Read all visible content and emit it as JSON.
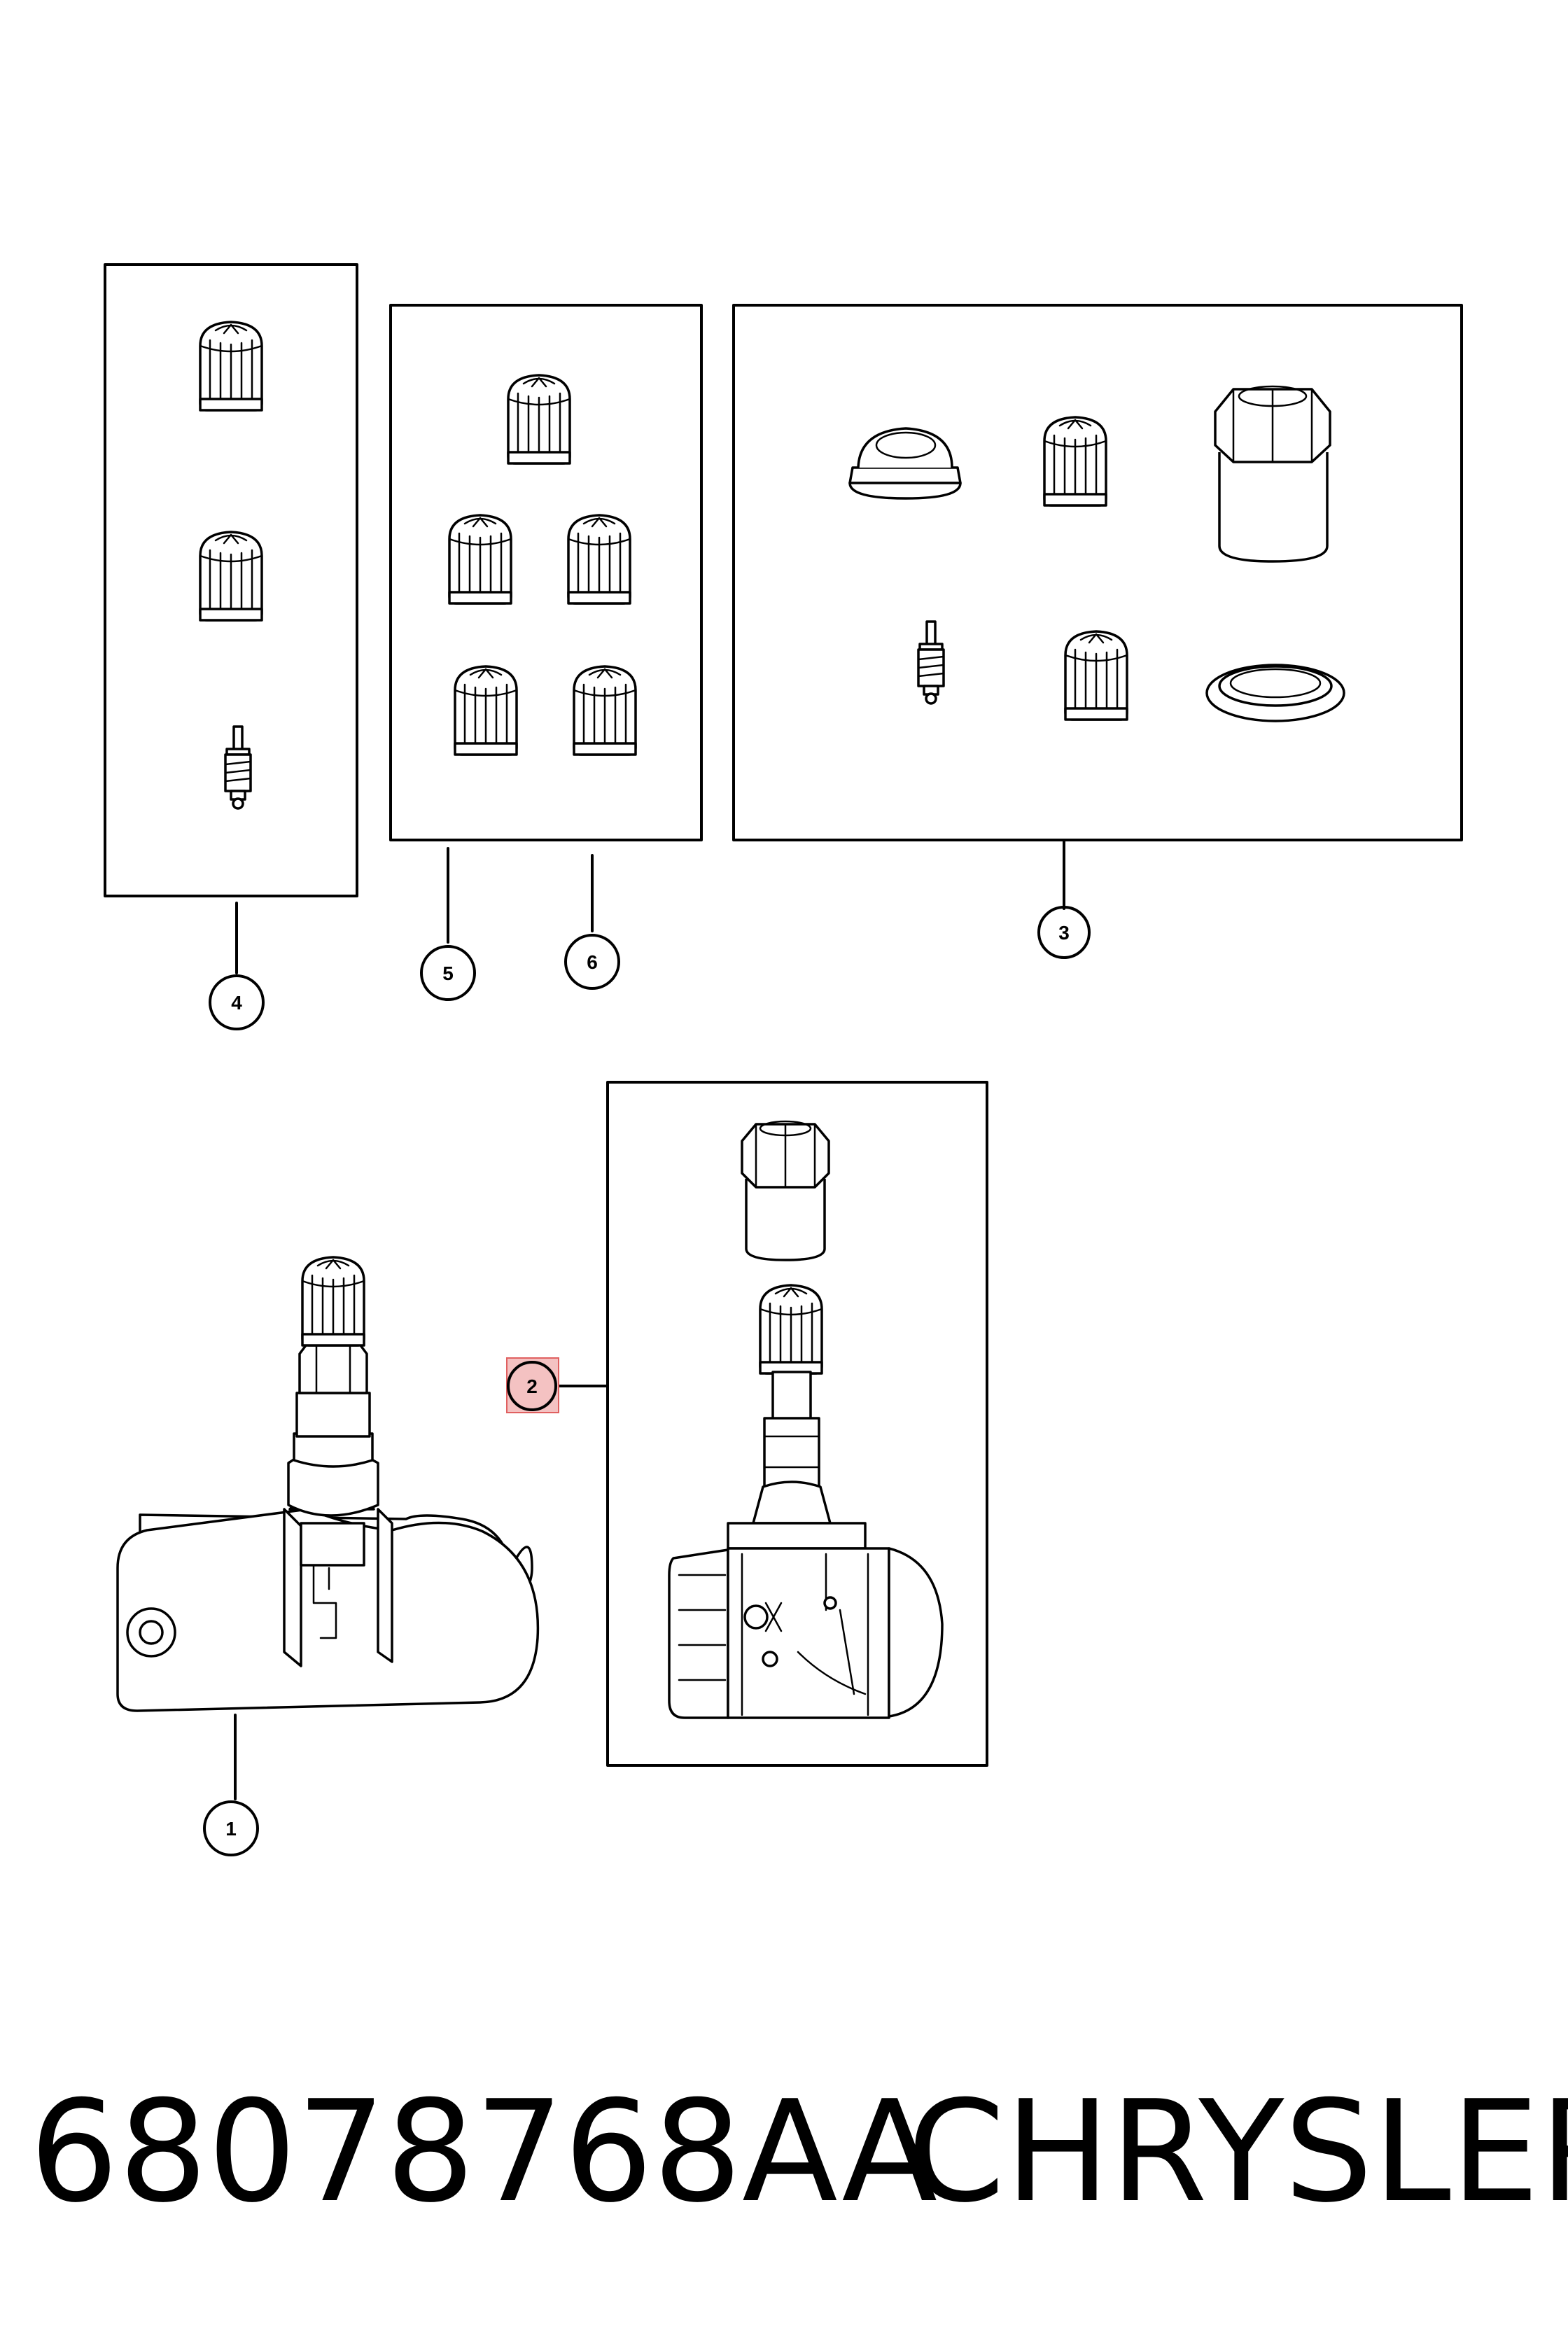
{
  "callouts": {
    "c1": "1",
    "c2": "2",
    "c3": "3",
    "c4": "4",
    "c5": "5",
    "c6": "6"
  },
  "caption": {
    "part_number": "68078768AA",
    "brand": "CHRYSLER"
  },
  "colors": {
    "line": "#000000",
    "background": "#ffffff",
    "highlight_fill": "#f4c2c2",
    "highlight_stroke": "#e06060"
  }
}
